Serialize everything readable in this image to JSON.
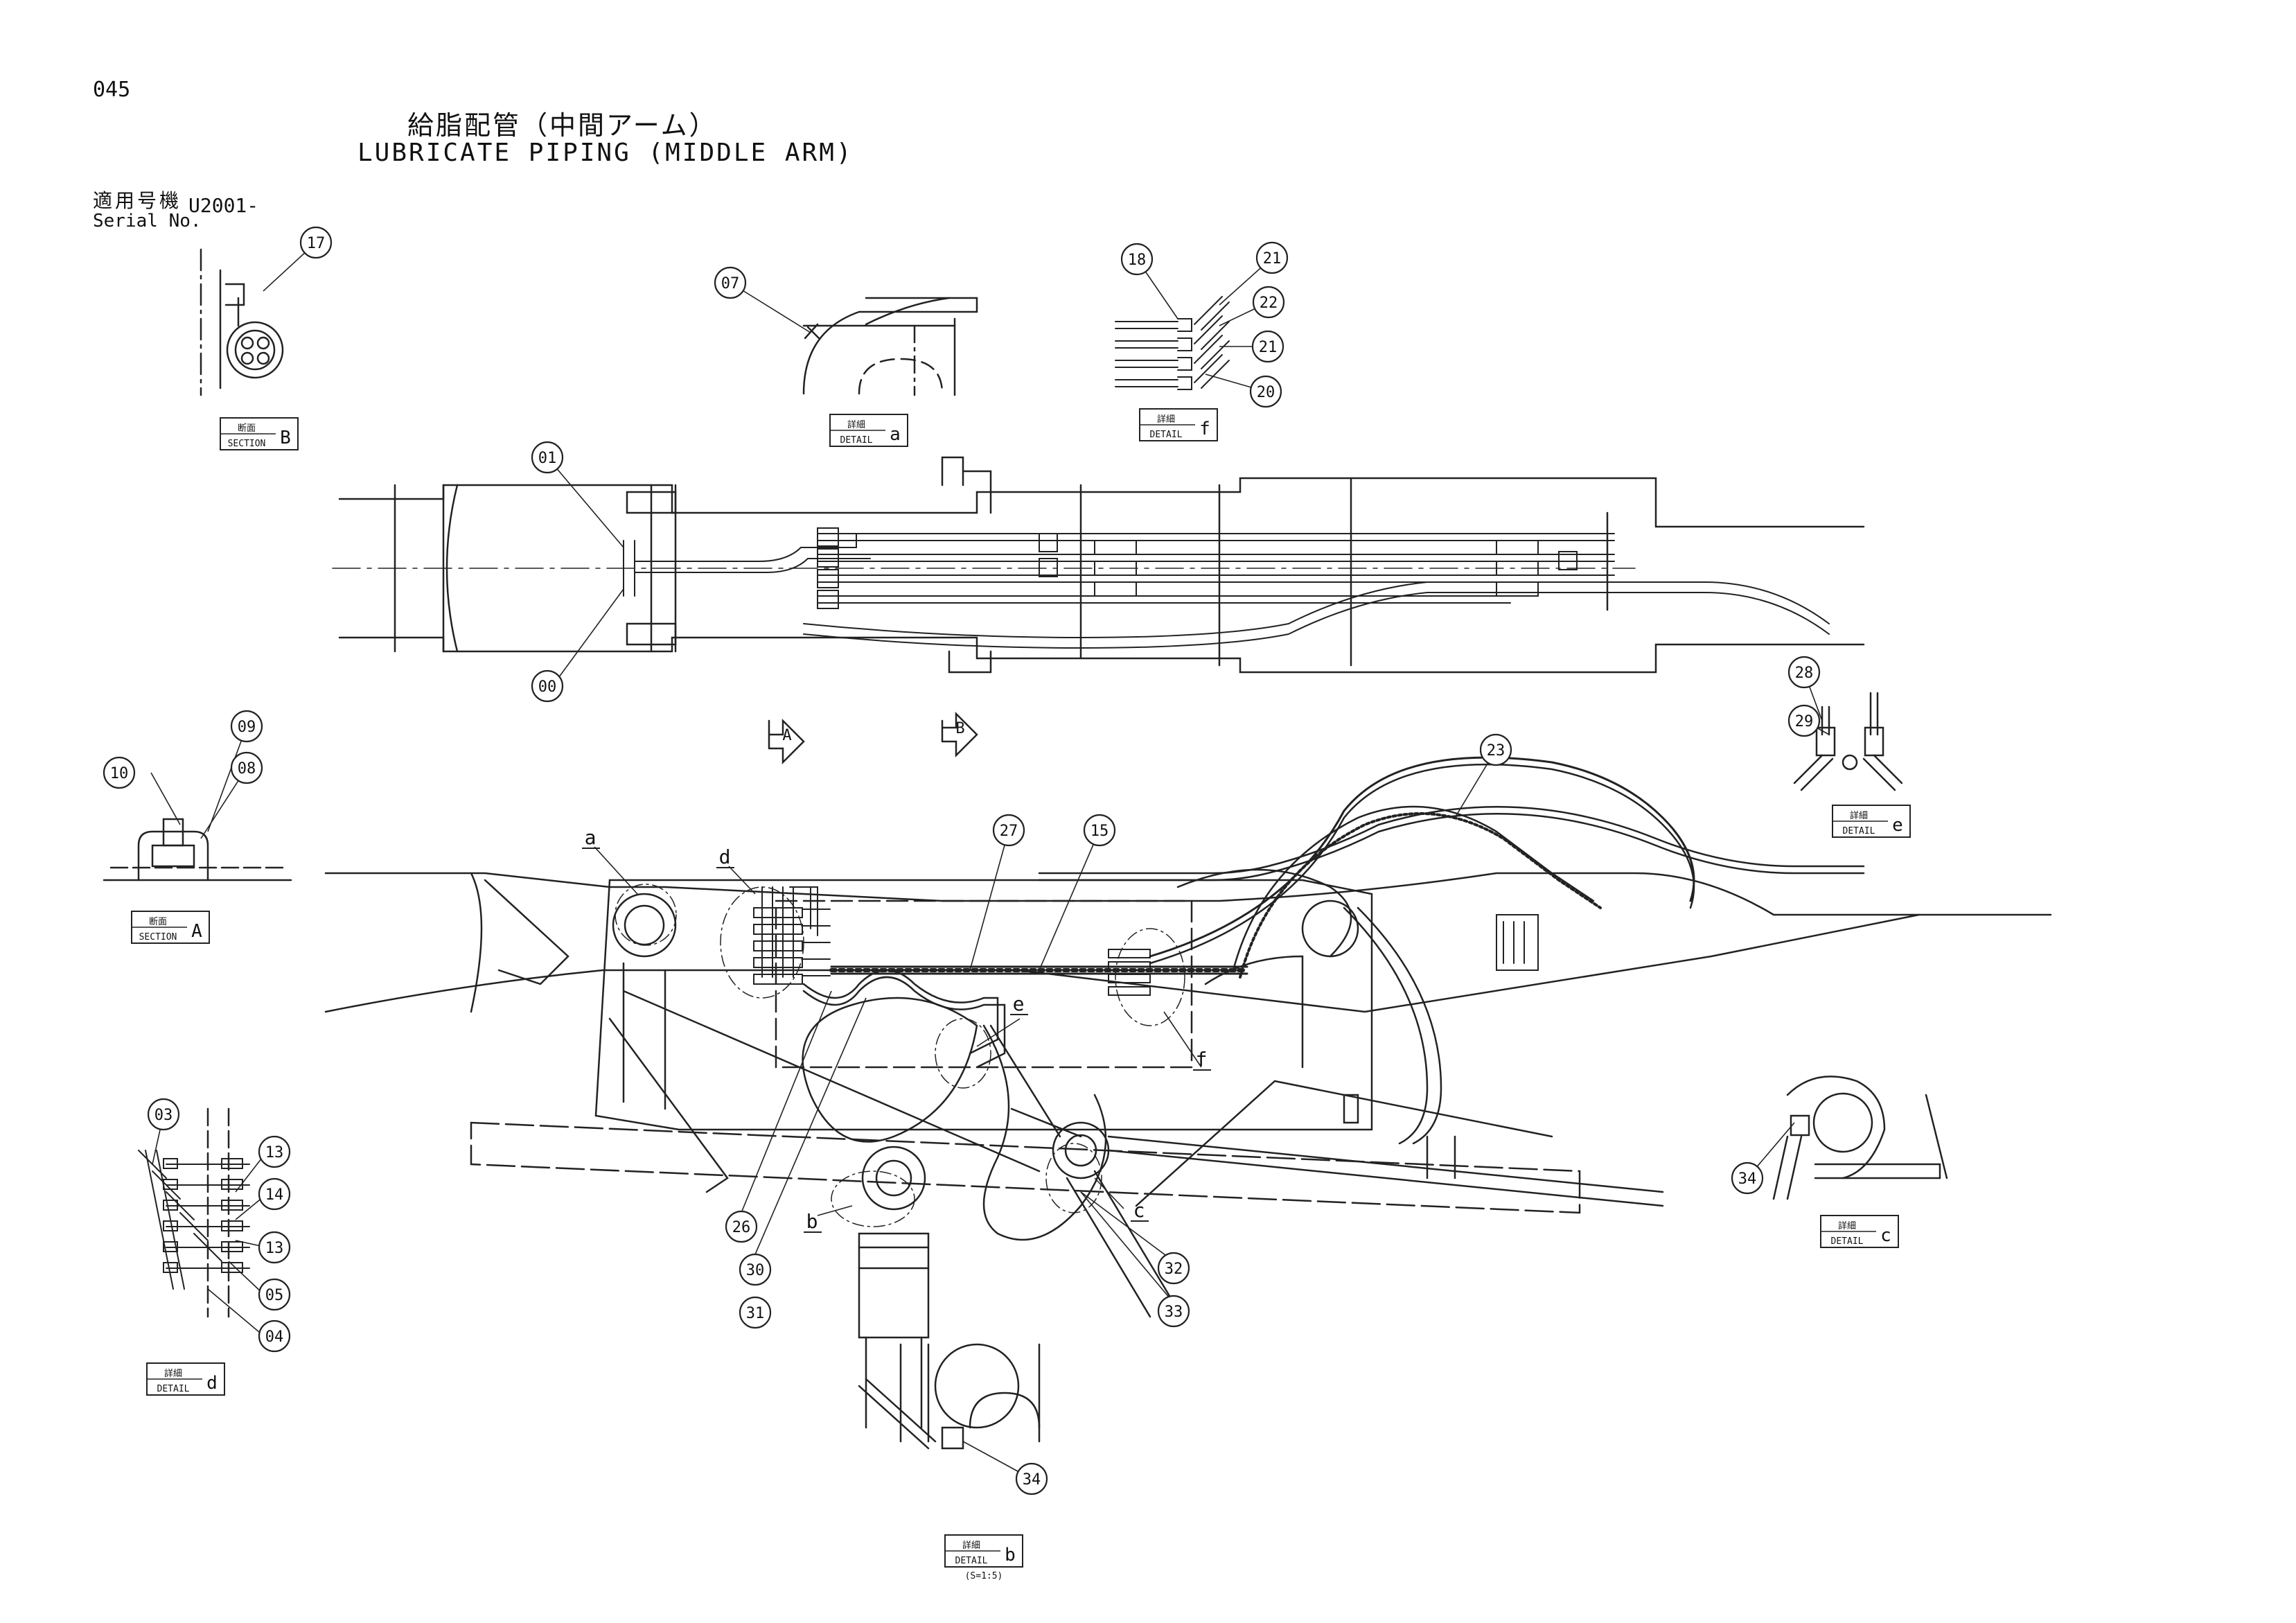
{
  "page_number": "045",
  "title_jp": "給脂配管（中間アーム）",
  "title_en": "LUBRICATE PIPING (MIDDLE ARM)",
  "serial": {
    "label_jp": "適用号機",
    "label_en": "Serial No.",
    "value": "U2001-"
  },
  "view_callouts": [
    {
      "id": "view-a",
      "text": "A"
    },
    {
      "id": "view-b",
      "text": "B"
    }
  ],
  "detail_boxes": [
    {
      "id": "section-b",
      "jp": "断面",
      "en": "SECTION",
      "letter": "B"
    },
    {
      "id": "detail-a",
      "jp": "詳細",
      "en": "DETAIL",
      "letter": "a"
    },
    {
      "id": "detail-f",
      "jp": "詳細",
      "en": "DETAIL",
      "letter": "f"
    },
    {
      "id": "section-a",
      "jp": "断面",
      "en": "SECTION",
      "letter": "A"
    },
    {
      "id": "detail-e",
      "jp": "詳細",
      "en": "DETAIL",
      "letter": "e"
    },
    {
      "id": "detail-c",
      "jp": "詳細",
      "en": "DETAIL",
      "letter": "c"
    },
    {
      "id": "detail-d",
      "jp": "詳細",
      "en": "DETAIL",
      "letter": "d"
    },
    {
      "id": "detail-b",
      "jp": "詳細",
      "en": "DETAIL",
      "letter": "b",
      "scale": "(S=1:5)"
    }
  ],
  "detail_markers": [
    "a",
    "d",
    "e",
    "f",
    "b",
    "c"
  ],
  "part_balloons": [
    "17",
    "07",
    "18",
    "21",
    "22",
    "21",
    "20",
    "01",
    "00",
    "09",
    "10",
    "08",
    "28",
    "29",
    "27",
    "15",
    "23",
    "03",
    "13",
    "14",
    "13",
    "05",
    "04",
    "26",
    "30",
    "31",
    "32",
    "33",
    "34",
    "34"
  ]
}
